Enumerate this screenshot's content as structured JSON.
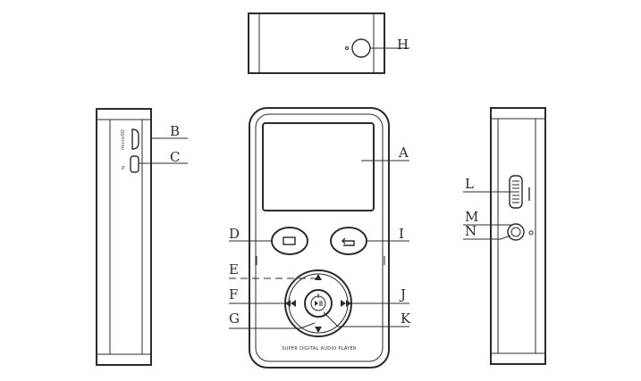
{
  "labels": {
    "A": "A",
    "B": "B",
    "C": "C",
    "D": "D",
    "E": "E",
    "F": "F",
    "G": "G",
    "H": "H",
    "I": "I",
    "J": "J",
    "K": "K",
    "L": "L",
    "M": "M",
    "N": "N"
  },
  "device_text": "SUPER DIGITAL AUDIO PLAYER",
  "line_color": "#2b2b2b",
  "background": "#ffffff"
}
